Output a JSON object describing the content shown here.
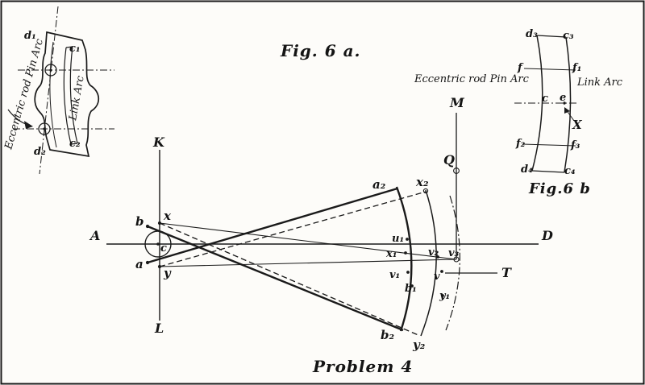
{
  "page": {
    "background": "#fdfcf9",
    "ink": "#1a1a1a"
  },
  "titles": {
    "fig6a": "Fig. 6 a.",
    "fig6b": "Fig.6 b",
    "problem": "Problem 4"
  },
  "fig6a": {
    "labels": {
      "d1": "d₁",
      "c1": "c₁",
      "d2": "d₂",
      "c2": "c₂",
      "pin_arc": "Eccentric rod Pin Arc",
      "link_arc": "Link Arc"
    }
  },
  "fig6b": {
    "labels": {
      "d3": "d₃",
      "c3": "c₃",
      "f": "f",
      "f1": "f₁",
      "pin_arc": "Eccentric rod Pin Arc",
      "link_arc": "Link Arc",
      "c": "c",
      "e": "e",
      "x_mark": "X",
      "f2": "f₂",
      "f3": "f₃",
      "d4": "d₄",
      "c4": "c₄"
    }
  },
  "main": {
    "labels": {
      "A": "A",
      "D": "D",
      "K": "K",
      "L": "L",
      "M": "M",
      "Q": "Q",
      "T": "T",
      "b": "b",
      "x": "x",
      "c": "c",
      "a": "a",
      "y": "y",
      "a2": "a₂",
      "x2": "x₂",
      "b2": "b₂",
      "y2": "y₂",
      "u1": "u₁",
      "x1": "x₁",
      "v1": "v₁",
      "b1": "b₁",
      "v2": "v₂",
      "v3": "v₃",
      "v": "v",
      "y1": "y₁"
    }
  }
}
